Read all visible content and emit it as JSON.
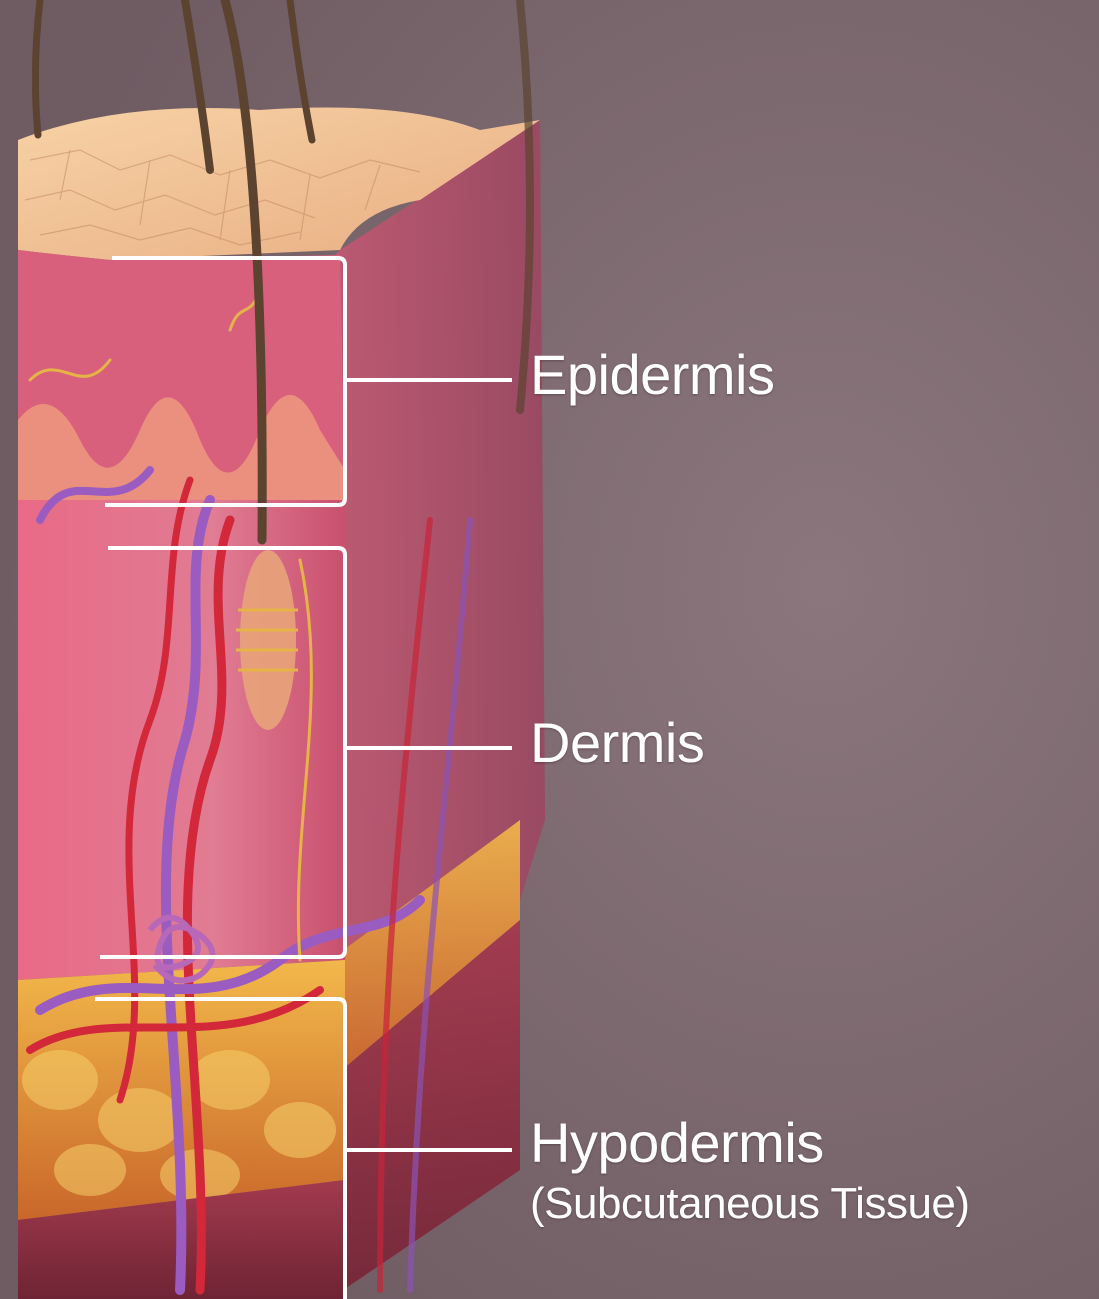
{
  "labels": {
    "epidermis": "Epidermis",
    "dermis": "Dermis",
    "hypodermis": "Hypodermis",
    "hypodermis_sub": "(Subcutaneous Tissue)"
  },
  "colors": {
    "background": "#7d6970",
    "bracket": "#ffffff",
    "epidermis_surface": "#f2c79a",
    "dermis": "#e0607e",
    "hypodermis_fat": "#e8a33a",
    "artery": "#d2283a",
    "vein": "#9a5cc0",
    "nerve": "#e6b347"
  }
}
